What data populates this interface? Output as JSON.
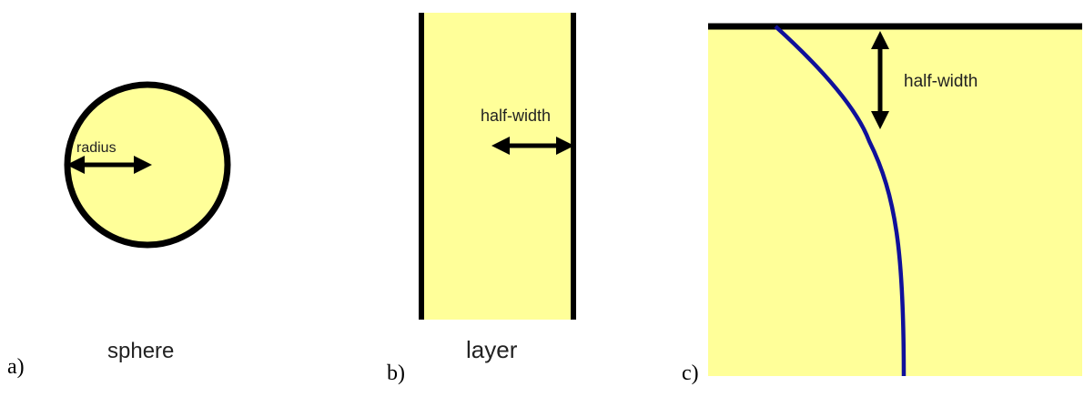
{
  "colors": {
    "fill": "#ffff99",
    "outline": "#000000",
    "curve": "#10109a",
    "arrow": "#000000"
  },
  "panel_a": {
    "letter": "a)",
    "caption": "sphere",
    "arrow_label": "radius"
  },
  "panel_b": {
    "letter": "b)",
    "caption": "layer",
    "arrow_label": "half-width"
  },
  "panel_c": {
    "letter": "c)",
    "arrow_label": "half-width"
  }
}
